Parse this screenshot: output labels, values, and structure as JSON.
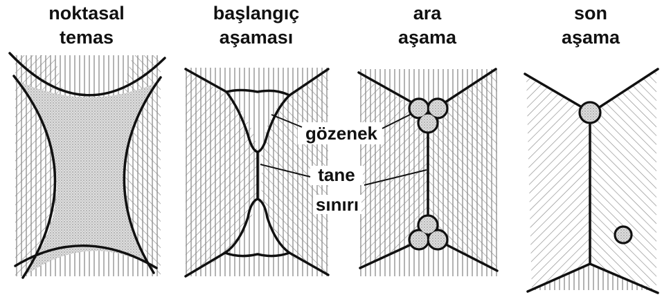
{
  "stages": [
    {
      "line1": "noktasal",
      "line2": "temas"
    },
    {
      "line1": "başlangıç",
      "line2": "aşaması"
    },
    {
      "line1": "ara",
      "line2": "aşama"
    },
    {
      "line1": "son",
      "line2": "aşama"
    }
  ],
  "labels": {
    "pore": "gözenek",
    "grain_boundary_line1": "tane",
    "grain_boundary_line2": "sınırı"
  },
  "colors": {
    "ink": "#111111",
    "hatch": "#8a8a8a",
    "pore_fill": "#cfcfcf"
  }
}
